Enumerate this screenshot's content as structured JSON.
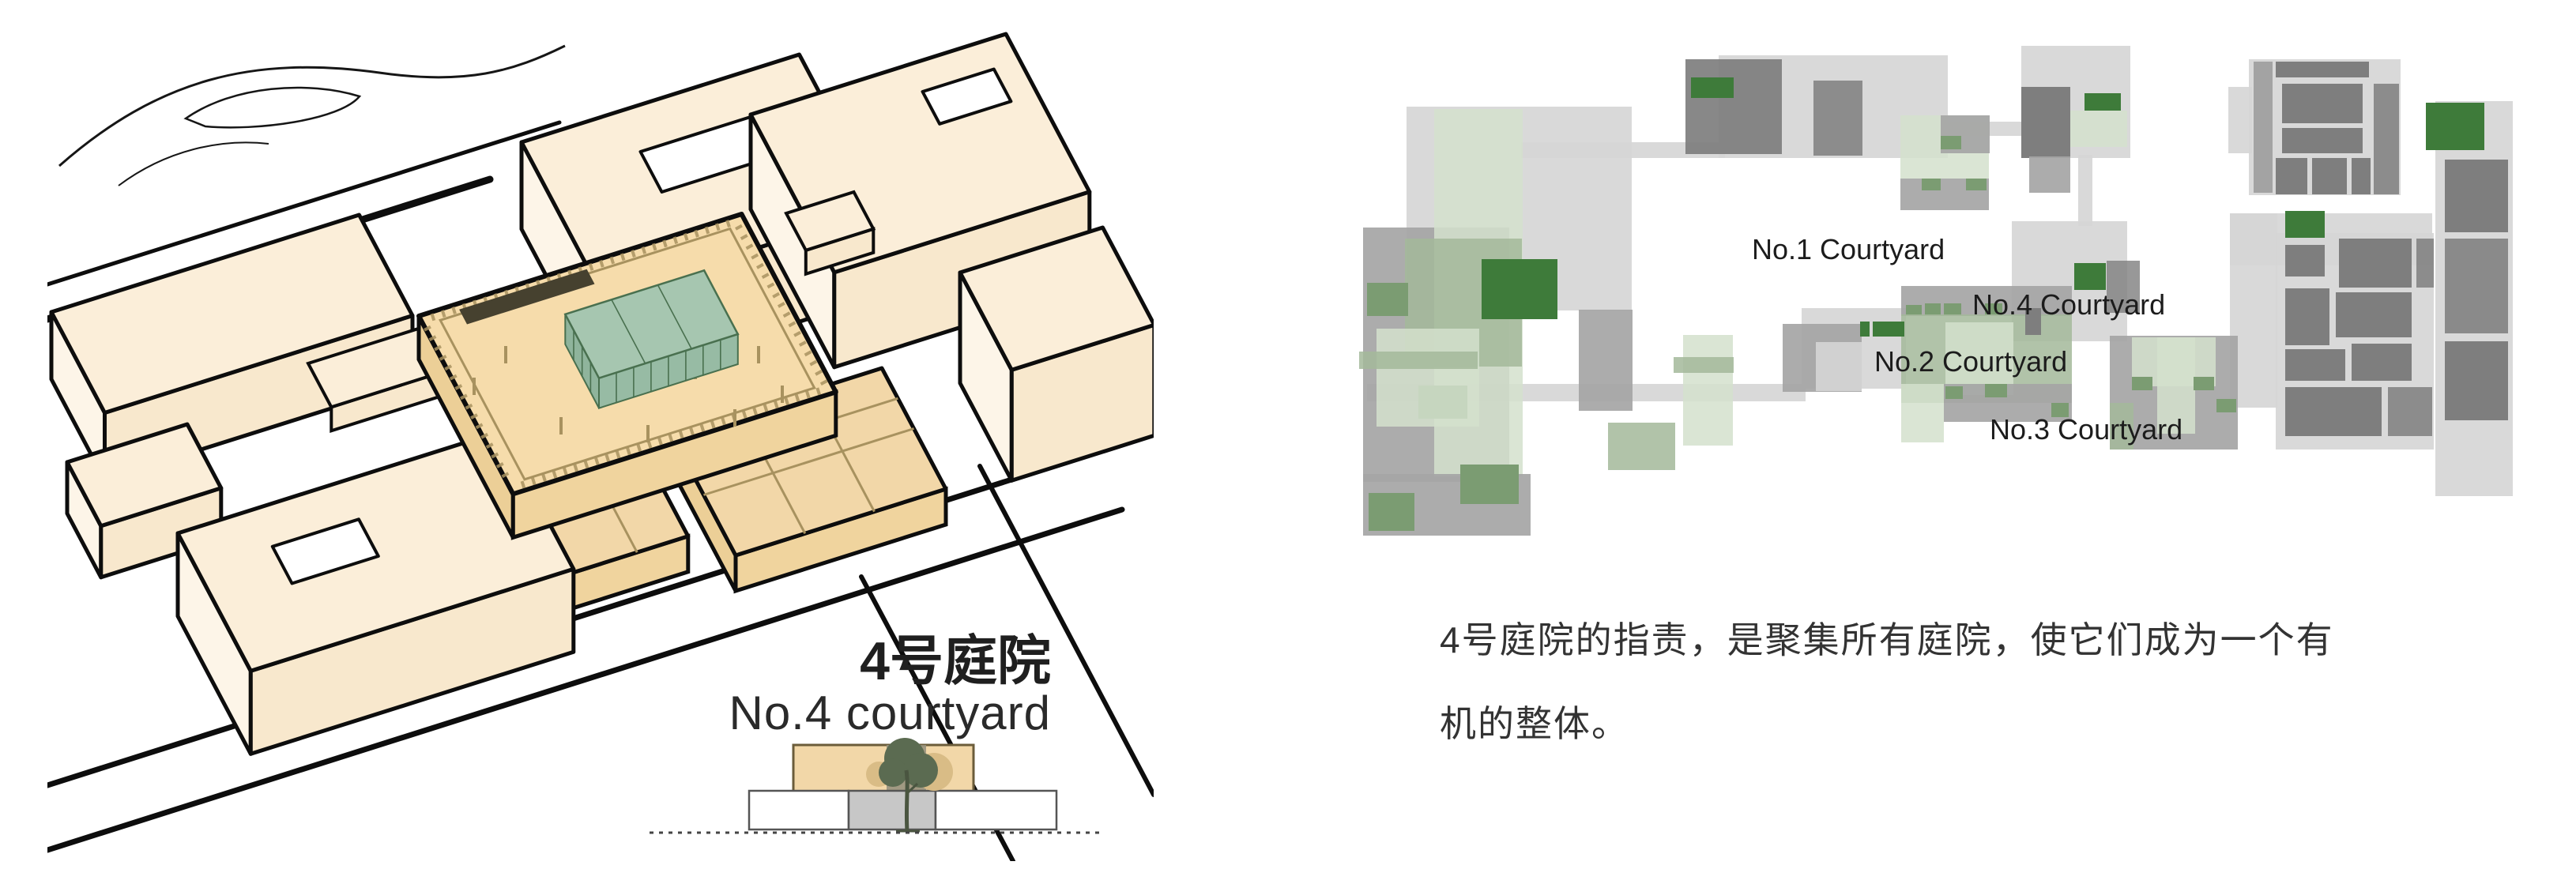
{
  "axon_panel": {
    "title_zh": "4号庭院",
    "title_en": "No.4 courtyard"
  },
  "site_map": {
    "labels": [
      {
        "text": "No.1 Courtyard"
      },
      {
        "text": "No.4 Courtyard"
      },
      {
        "text": "No.2 Courtyard"
      },
      {
        "text": "No.3 Courtyard"
      }
    ]
  },
  "description": {
    "line1": "4号庭院的指责，是聚集所有庭院，使它们成为一个有",
    "line2": "机的整体。"
  },
  "palette": {
    "page_bg": "#ffffff",
    "outline": "#0d0d0d",
    "cream": "#fbeed9",
    "cream_light": "#fdf5e8",
    "cream_shade": "#f8e8cd",
    "plate_orange": "#f6dcab",
    "plate_orange_lt": "#f2d7a8",
    "plate_orange_dark": "#eccf97",
    "plate_orange_shade": "#f0d49e",
    "wall_line": "#a8925f",
    "hatch_dark": "#46412f",
    "pavilion_green": "#a6c6b0",
    "pavilion_green_shade": "#8fb49c",
    "pavilion_green_front": "#97bba4",
    "pavilion_edge": "#49704f",
    "tree_dark": "#5b6b51",
    "tree_trunk": "#4a5540",
    "tree_tan": "#d9bc86",
    "map_light_gray": "#d5d5d5",
    "map_gray": "#a5a5a5",
    "map_dark_gray": "#7e7e7e",
    "map_pale_green": "#d4e1cd",
    "map_sage": "#a3b89a",
    "map_mid_green": "#7b9c72",
    "map_dark_green": "#3e7b3a",
    "text_dark": "#1f1f1f",
    "text_body": "#333333"
  }
}
